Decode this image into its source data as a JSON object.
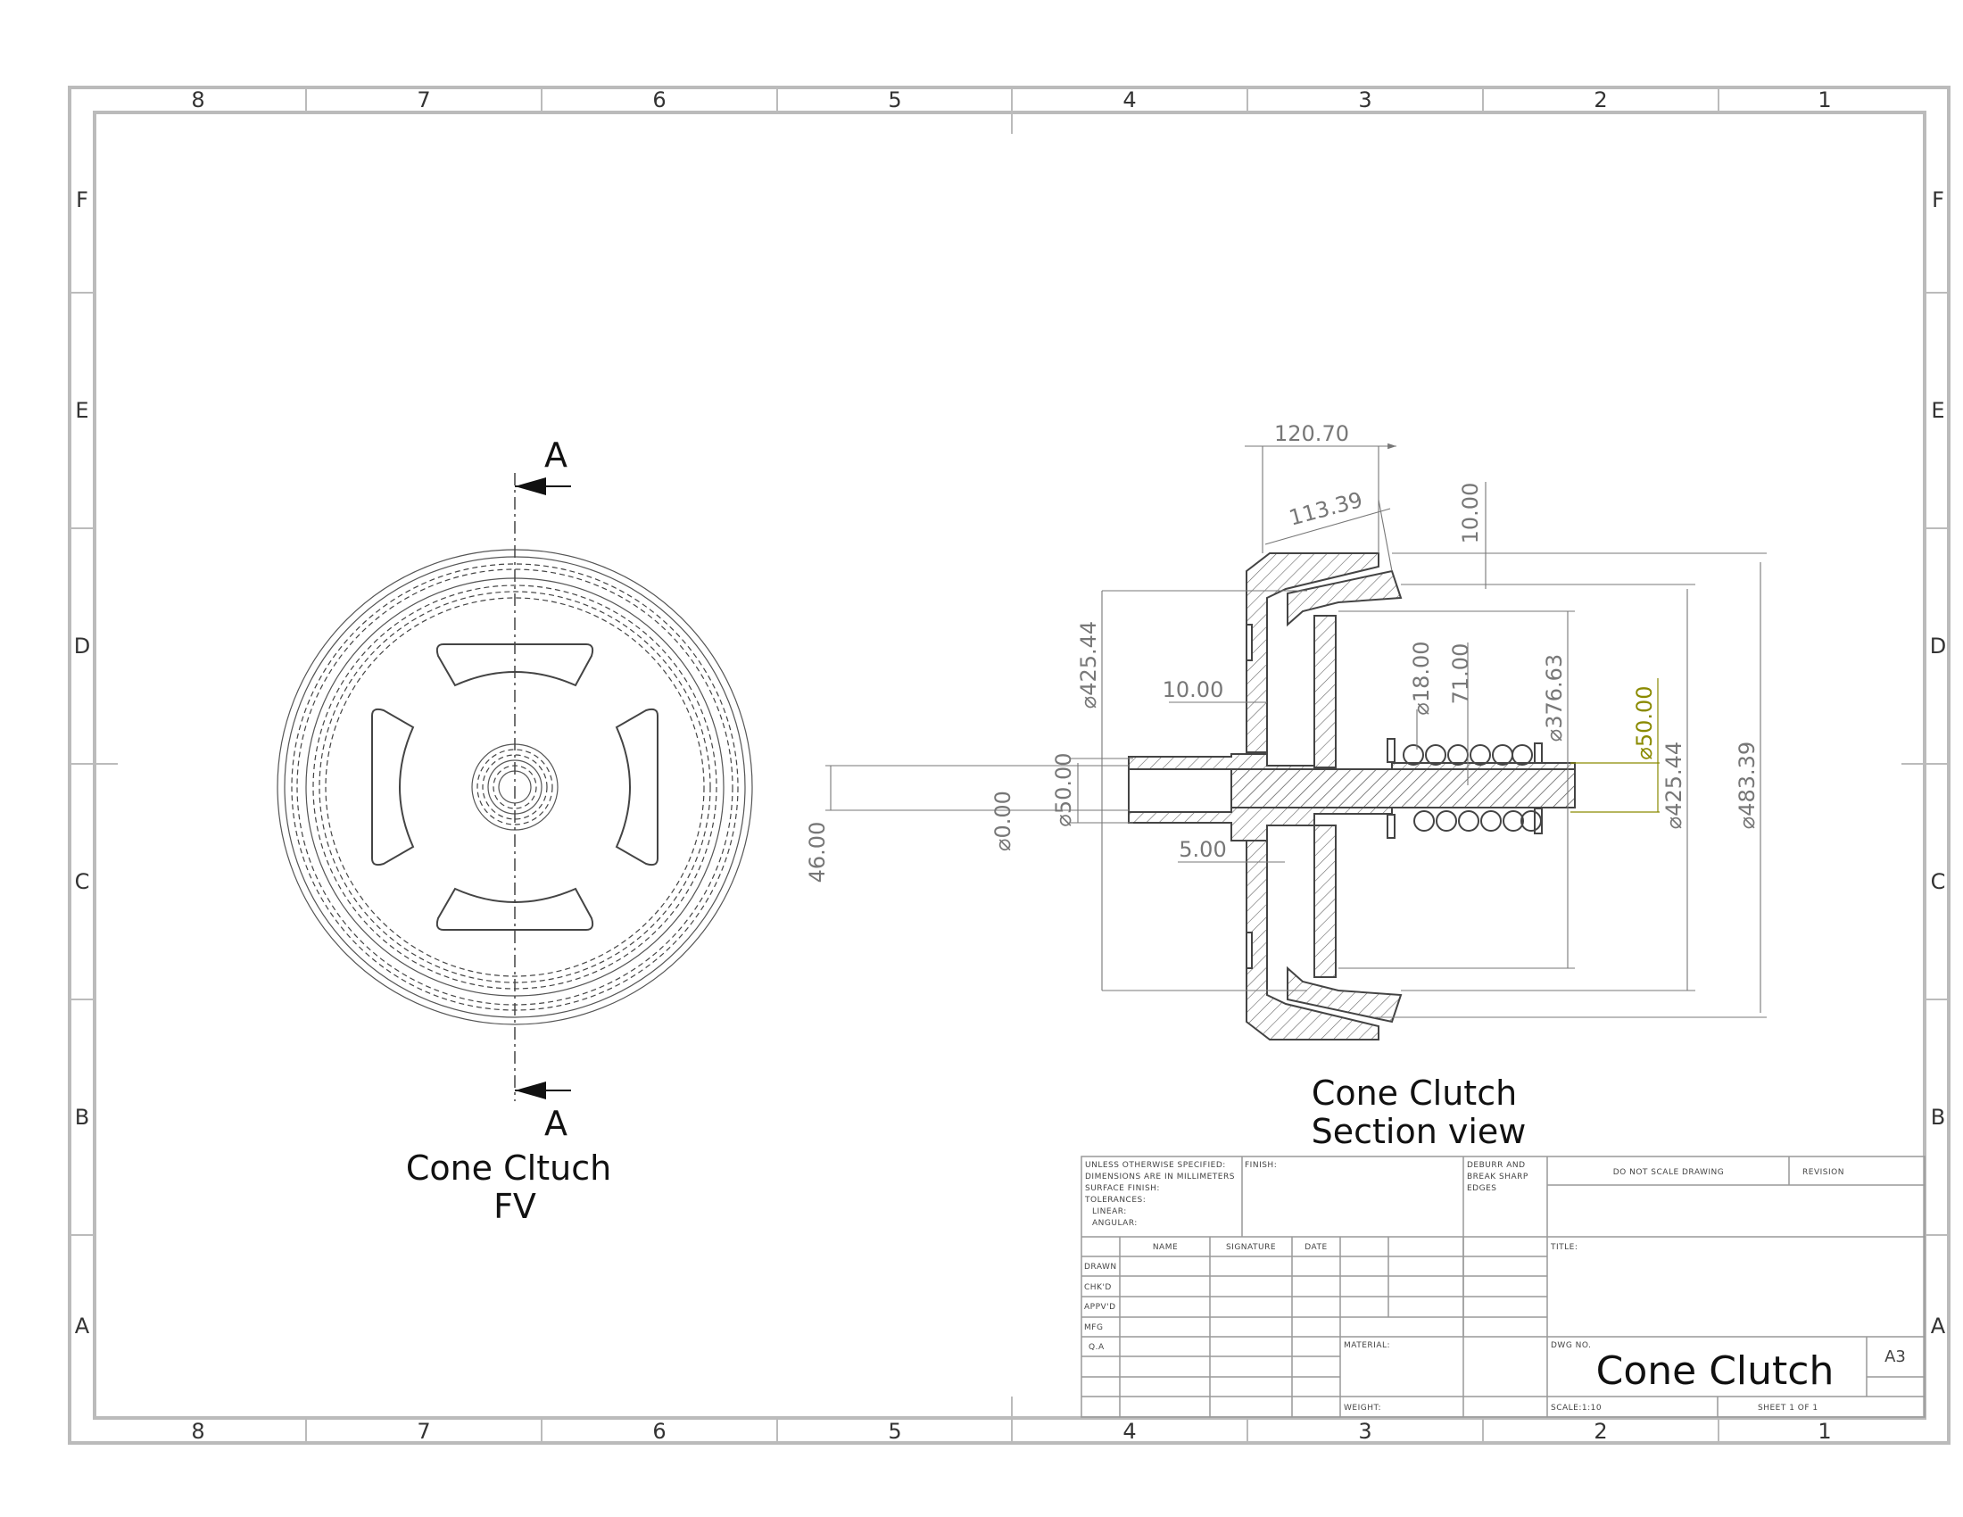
{
  "border": {
    "col_labels": [
      "8",
      "7",
      "6",
      "5",
      "4",
      "3",
      "2",
      "1"
    ],
    "row_labels": [
      "F",
      "E",
      "D",
      "C",
      "B",
      "A"
    ]
  },
  "front_view": {
    "section_marker": "A",
    "section_marker_bottom": "A",
    "caption_line1": "Cone Cltuch",
    "caption_line2": "FV"
  },
  "section_view": {
    "caption_line1": "Cone Clutch",
    "caption_line2": "Section view",
    "dimensions": {
      "d120_70": "120.70",
      "d113_39": "113.39",
      "d10_top": "10.00",
      "d425_44_left": "⌀425.44",
      "d10_mid": "10.00",
      "d18": "⌀18.00",
      "d71": "71.00",
      "d376_63": "⌀376.63",
      "d50_green": "⌀50.00",
      "d425_44_right": "⌀425.44",
      "d483_39": "⌀483.39",
      "d50_left": "⌀50.00",
      "d0": "⌀0.00",
      "d46": "46.00",
      "d5": "5.00"
    }
  },
  "title_block": {
    "notes": [
      "UNLESS OTHERWISE SPECIFIED:",
      "DIMENSIONS ARE IN MILLIMETERS",
      "SURFACE FINISH:",
      "TOLERANCES:",
      "LINEAR:",
      "ANGULAR:"
    ],
    "finish": "FINISH:",
    "deburr": [
      "DEBURR AND",
      "BREAK SHARP",
      "EDGES"
    ],
    "do_not_scale": "DO NOT SCALE DRAWING",
    "revision": "REVISION",
    "headers": {
      "name": "NAME",
      "signature": "SIGNATURE",
      "date": "DATE"
    },
    "rows": [
      "DRAWN",
      "CHK'D",
      "APPV'D",
      "MFG",
      "Q.A"
    ],
    "title_label": "TITLE:",
    "material": "MATERIAL:",
    "weight": "WEIGHT:",
    "dwg_no": "DWG NO.",
    "drawing_title": "Cone Clutch",
    "size": "A3",
    "scale": "SCALE:1:10",
    "sheet": "SHEET 1 OF 1"
  }
}
